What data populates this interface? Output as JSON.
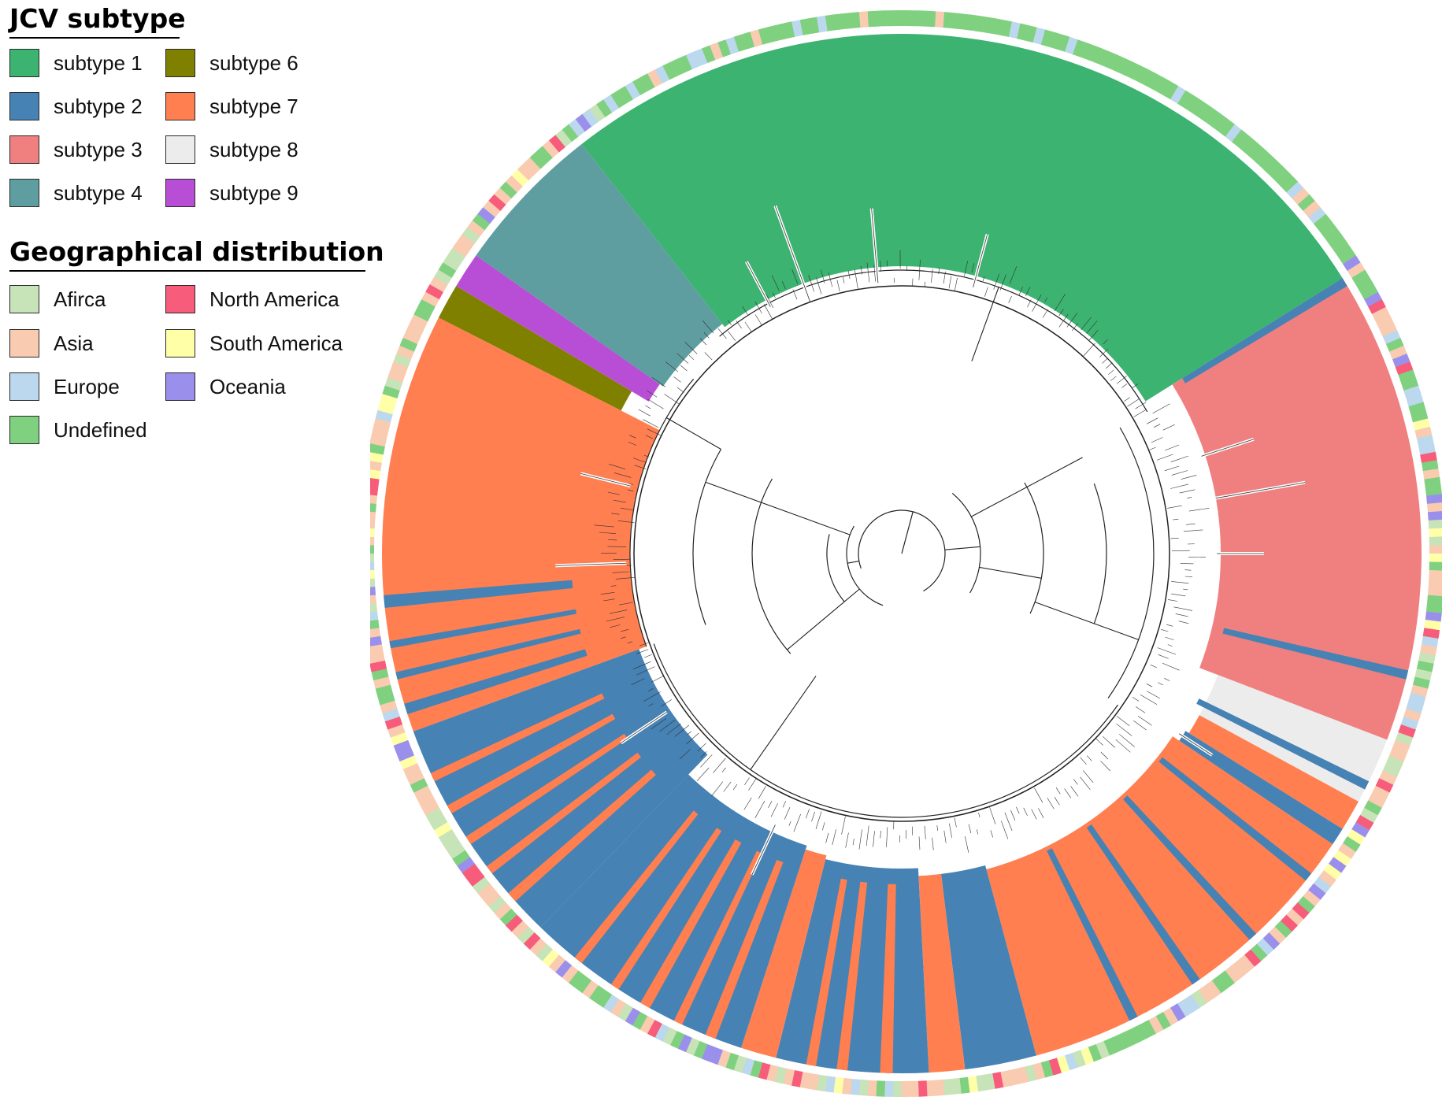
{
  "legend": {
    "subtype_heading": "JCV subtype",
    "geo_heading": "Geographical distribution",
    "subtypes": [
      {
        "label": "subtype 1",
        "color": "#3cb371",
        "icon": "subtype-1-swatch"
      },
      {
        "label": "subtype 2",
        "color": "#4682b4",
        "icon": "subtype-2-swatch"
      },
      {
        "label": "subtype 3",
        "color": "#f08080",
        "icon": "subtype-3-swatch"
      },
      {
        "label": "subtype 4",
        "color": "#5f9ea0",
        "icon": "subtype-4-swatch"
      },
      {
        "label": "subtype 6",
        "color": "#808000",
        "icon": "subtype-6-swatch"
      },
      {
        "label": "subtype 7",
        "color": "#ff7f50",
        "icon": "subtype-7-swatch"
      },
      {
        "label": "subtype 8",
        "color": "#ececec",
        "icon": "subtype-8-swatch"
      },
      {
        "label": "subtype 9",
        "color": "#b94ed6",
        "icon": "subtype-9-swatch"
      }
    ],
    "regions": [
      {
        "label": "Afirca",
        "color": "#c7e3b8",
        "icon": "africa-swatch"
      },
      {
        "label": "Asia",
        "color": "#f9cbb0",
        "icon": "asia-swatch"
      },
      {
        "label": "Europe",
        "color": "#bcd8ee",
        "icon": "europe-swatch"
      },
      {
        "label": "Undefined",
        "color": "#7fd17f",
        "icon": "undefined-swatch"
      },
      {
        "label": "North America",
        "color": "#f75c7a",
        "icon": "north-america-swatch"
      },
      {
        "label": "South America",
        "color": "#ffffa8",
        "icon": "south-america-swatch"
      },
      {
        "label": "Oceania",
        "color": "#9a90ec",
        "icon": "oceania-swatch"
      }
    ]
  },
  "tree": {
    "type": "circular-phylogenetic-tree",
    "clade_order_clockwise_from_top": [
      "subtype 1",
      "subtype 3",
      "subtype 8",
      "subtype 7",
      "subtype 2",
      "subtype 7",
      "subtype 2",
      "subtype 7",
      "subtype 2",
      "subtype 7",
      "subtype 2",
      "subtype 7",
      "subtype 6",
      "subtype 9",
      "subtype 4"
    ],
    "outer_ring": "geographical distribution of each isolate"
  }
}
